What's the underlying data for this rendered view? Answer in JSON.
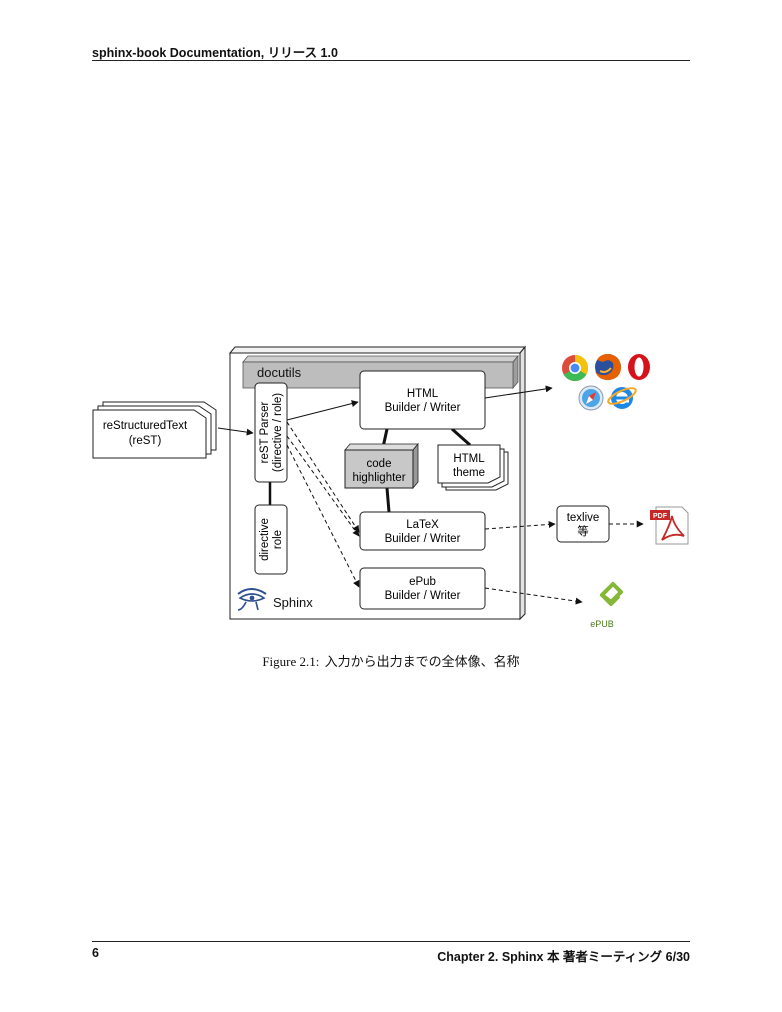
{
  "header": {
    "title": "sphinx-book Documentation, リリース 1.0"
  },
  "figure": {
    "caption_label": "Figure 2.1:",
    "caption_text": "入力から出力までの全体像、名称",
    "nodes": {
      "docutils": "docutils",
      "rest_line1": "reStructuredText",
      "rest_line2": "(reST)",
      "parser_line1": "reST Parser",
      "parser_line2": "(directive / role)",
      "directive_line1": "directive",
      "directive_line2": "role",
      "html_line1": "HTML",
      "html_line2": "Builder / Writer",
      "code_line1": "code",
      "code_line2": "highlighter",
      "theme_line1": "HTML",
      "theme_line2": "theme",
      "latex_line1": "LaTeX",
      "latex_line2": "Builder / Writer",
      "epub_line1": "ePub",
      "epub_line2": "Builder / Writer",
      "texlive_line1": "texlive",
      "texlive_line2": "等",
      "sphinx": "Sphinx",
      "pdf": "PDF",
      "epub_logo": "ePUB"
    },
    "icons": [
      "chrome-icon",
      "firefox-icon",
      "opera-icon",
      "safari-icon",
      "internet-explorer-icon",
      "pdf-icon",
      "epub-icon",
      "sphinx-eye-icon"
    ]
  },
  "footer": {
    "page": "6",
    "chapter": "Chapter 2.  Sphinx 本 著者ミーティング 6/30"
  }
}
